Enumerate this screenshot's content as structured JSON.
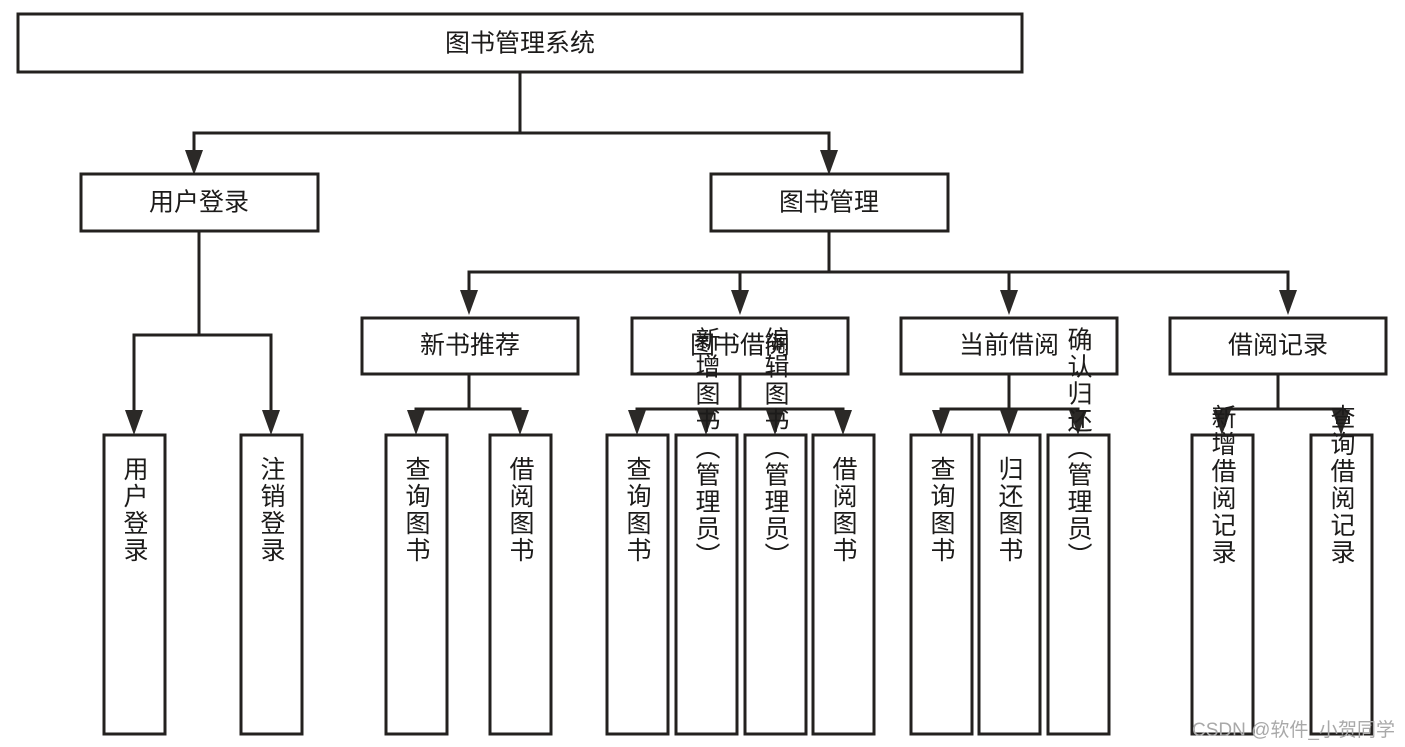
{
  "diagram": {
    "type": "tree-flowchart",
    "title": "图书管理系统",
    "watermark": "CSDN @软件_小贺同学",
    "colors": {
      "box_stroke": "#23211f",
      "box_fill": "#ffffff",
      "connector": "#23211f",
      "text": "#1c1b1a",
      "watermark": "#a9a9a9",
      "background": "#ffffff"
    },
    "root": {
      "label": "图书管理系统"
    },
    "level2": [
      {
        "label": "用户登录"
      },
      {
        "label": "图书管理"
      }
    ],
    "level3": [
      {
        "label": "新书推荐"
      },
      {
        "label": "图书借阅"
      },
      {
        "label": "当前借阅"
      },
      {
        "label": "借阅记录"
      }
    ],
    "leaves": {
      "user_login": [
        {
          "label": "用户登录"
        },
        {
          "label": "注销登录"
        }
      ],
      "new_book": [
        {
          "label": "查询图书"
        },
        {
          "label": "借阅图书"
        }
      ],
      "book_borrow": [
        {
          "label": "查询图书"
        },
        {
          "label": "新增图书（管理员）"
        },
        {
          "label": "编辑图书（管理员）"
        },
        {
          "label": "借阅图书"
        }
      ],
      "current_borrow": [
        {
          "label": "查询图书"
        },
        {
          "label": "归还图书"
        },
        {
          "label": "确认归还（管理员）"
        }
      ],
      "borrow_record": [
        {
          "label": "新增借阅记录"
        },
        {
          "label": "查询借阅记录"
        }
      ]
    }
  }
}
